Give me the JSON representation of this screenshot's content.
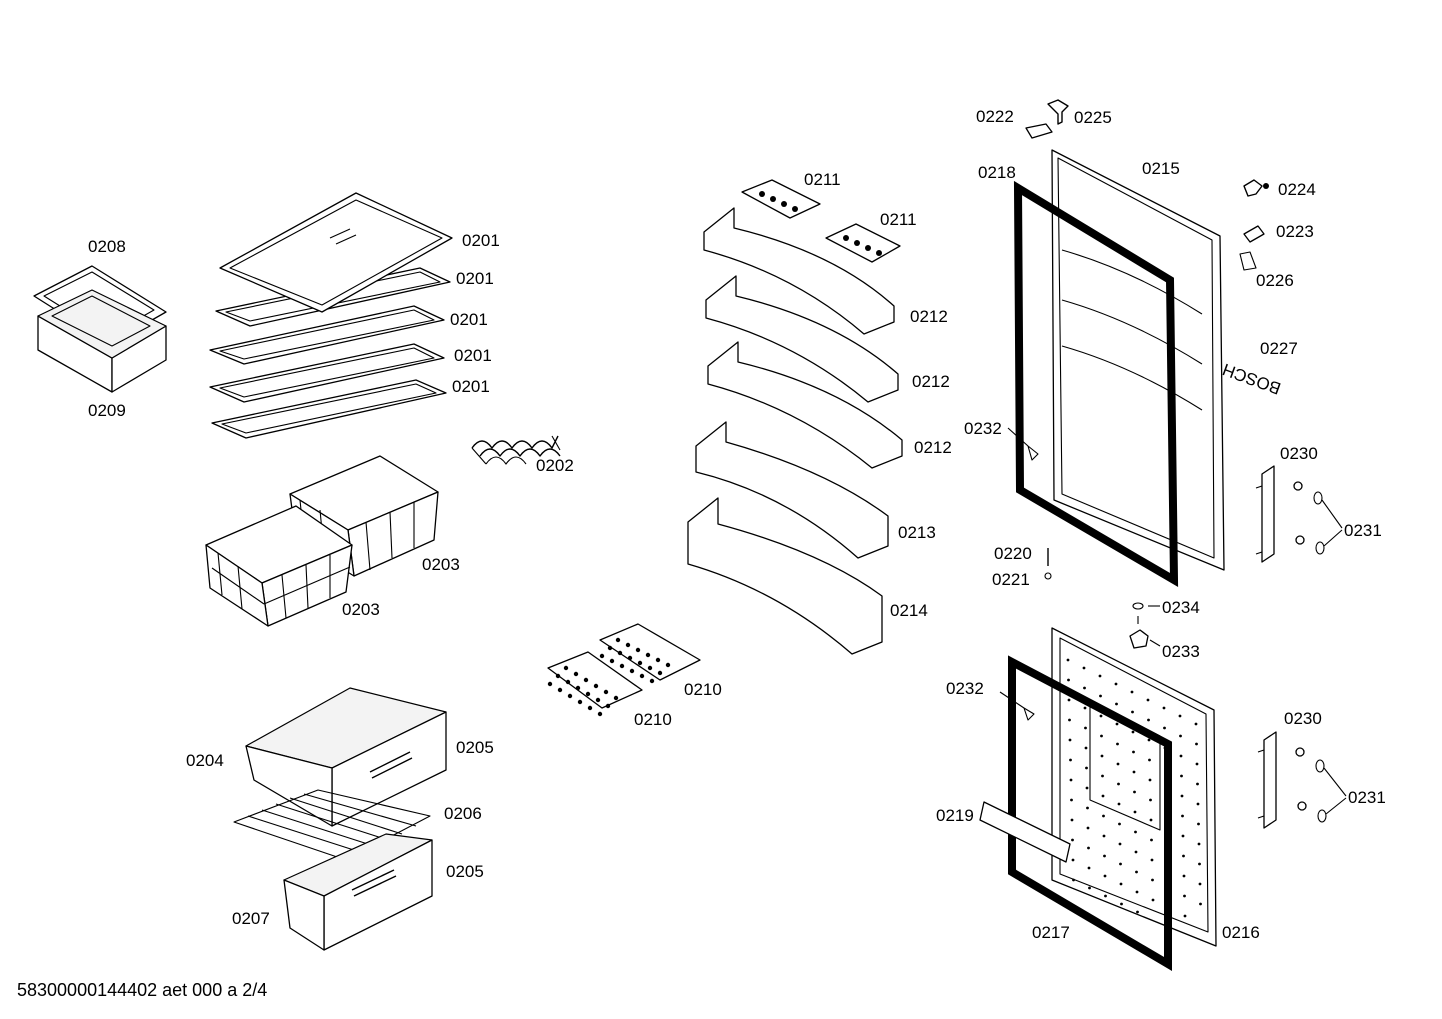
{
  "footer_code": "58300000144402 aet 000 a 2/4",
  "door_brand": "BOSCH",
  "labels": {
    "p0201": "0201",
    "p0202": "0202",
    "p0203": "0203",
    "p0204": "0204",
    "p0205": "0205",
    "p0206": "0206",
    "p0207": "0207",
    "p0208": "0208",
    "p0209": "0209",
    "p0210": "0210",
    "p0211": "0211",
    "p0212": "0212",
    "p0213": "0213",
    "p0214": "0214",
    "p0215": "0215",
    "p0216": "0216",
    "p0217": "0217",
    "p0218": "0218",
    "p0219": "0219",
    "p0220": "0220",
    "p0221": "0221",
    "p0222": "0222",
    "p0223": "0223",
    "p0224": "0224",
    "p0225": "0225",
    "p0226": "0226",
    "p0227": "0227",
    "p0230": "0230",
    "p0231": "0231",
    "p0232": "0232",
    "p0233": "0233",
    "p0234": "0234"
  }
}
